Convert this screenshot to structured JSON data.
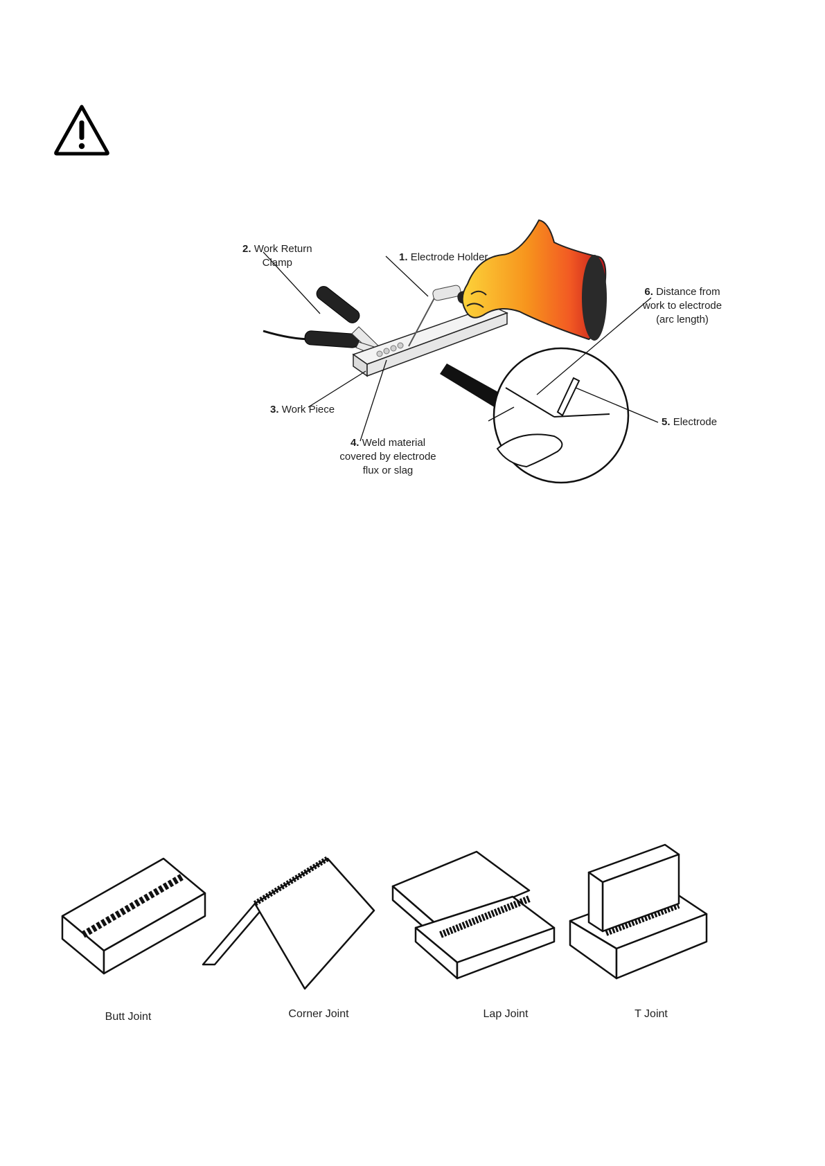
{
  "icons": {
    "warning": "warning-triangle-icon"
  },
  "figure1": {
    "labels": [
      {
        "num": "1.",
        "line1": "Electrode Holder"
      },
      {
        "num": "2.",
        "line1": "Work Return",
        "line2": "Clamp"
      },
      {
        "num": "3.",
        "line1": "Work Piece"
      },
      {
        "num": "4.",
        "line1": "Weld material",
        "line2": "covered by electrode",
        "line3": "flux or slag"
      },
      {
        "num": "5.",
        "line1": "Electrode"
      },
      {
        "num": "6.",
        "line1": "Distance from",
        "line2": "work to electrode",
        "line3": "(arc length)"
      }
    ]
  },
  "joints": [
    {
      "label": "Butt Joint"
    },
    {
      "label": "Corner Joint"
    },
    {
      "label": "Lap Joint"
    },
    {
      "label": "T Joint"
    }
  ],
  "colors": {
    "glove_dark": "#c0161c",
    "glove_mid": "#f25a23",
    "glove_light": "#fcd33a",
    "line": "#111111"
  }
}
